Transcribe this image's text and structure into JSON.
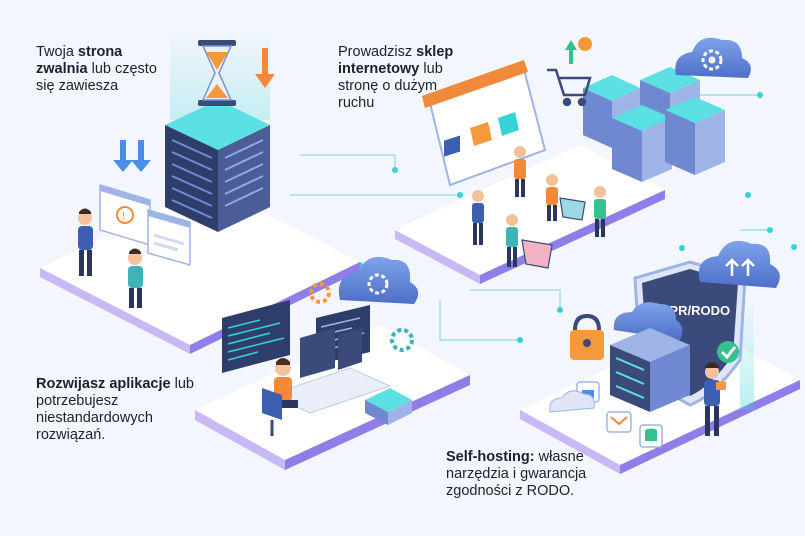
{
  "captions": {
    "slow_site": {
      "pre": "Twoja ",
      "bold": "strona zwalnia",
      "post": " lub często się zawiesza"
    },
    "online_shop": {
      "pre": "Prowadzisz ",
      "bold": "sklep internetowy",
      "post": " lub stronę o dużym ruchu"
    },
    "custom_apps": {
      "pre": "",
      "bold": "Rozwijasz aplikacje",
      "post": " lub potrzebujesz niestandardowych rozwiązań."
    },
    "self_hosting": {
      "pre": "",
      "bold": "Self-hosting:",
      "post": " własne narzędzia i gwarancja zgodności z RODO."
    }
  },
  "shield_label": "GDPR/RODO",
  "colors": {
    "background": "#f3f6fc",
    "platform_top": "#ffffff",
    "platform_edge": "#b9a6f0",
    "accent_cyan": "#35d3d8",
    "server_dark": "#3a4a7a",
    "server_light": "#9fb4e6",
    "orange": "#f59a3b"
  },
  "icons": [
    "hourglass-icon",
    "down-arrow-icon",
    "server-icon",
    "shopping-cart-icon",
    "cloud-icon",
    "gear-icon",
    "lock-icon",
    "shield-icon",
    "check-icon",
    "database-icon",
    "mail-icon",
    "folder-icon"
  ]
}
